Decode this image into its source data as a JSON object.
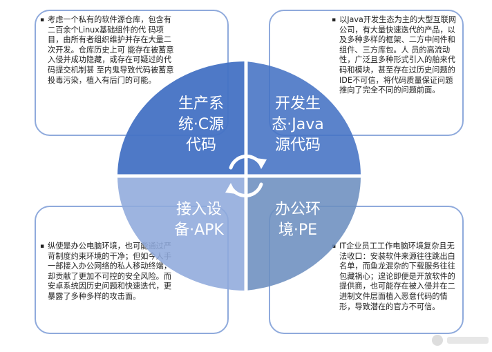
{
  "quadrants": [
    {
      "label": "生产系统·C源代码",
      "label_lines": [
        "生产系",
        "统·C源",
        "代码"
      ],
      "description": "考虑一个私有的软件源仓库，包含有二百余个Linux基础组件的代 码项目，由所有者组织维护并存在大量二次开发。仓库历史上可 能存在被蓄意入侵并成功隐藏，或存在可疑过的代码提交机制甚 至内鬼导致代码被蓄意投毒污染，植入有后门的可能。",
      "color": "#4472c4"
    },
    {
      "label": "开发生态·Java源代码",
      "label_lines": [
        "开发生",
        "态·Java",
        "源代码"
      ],
      "description": "以Java开发生态为主的大型互联网公司，有大量快速迭代的产品，以及多种多样的框架、二方中间件和组件、三方库包。人 员的高流动性，广泛且多种形式引入的舶来代码和模块，甚至存在过历史问题的IDE不可信，将代码质量保证问题推向了完全不同的问题前面。",
      "color": "#4472c4"
    },
    {
      "label": "接入设备·APK",
      "label_lines": [
        "接入设",
        "备·APK"
      ],
      "description": "纵使是办公电脑环境，也可能通过严苛制度约束环境的干净；但如今人手一部接入办公网络的私人移动终端，却贡献了更加不可控的安全风险。而安卓系统因历史问题和快速迭代，更暴露了多种多样的攻击面。",
      "color": "#8faadc"
    },
    {
      "label": "办公环境·PE",
      "label_lines": [
        "办公环",
        "境·PE"
      ],
      "description": "IT企业员工工作电脑环境复杂且无法收口：安装软件来源往往跳出白名单，而鱼龙混杂的下载服务往往包藏祸心；遑论即便是开放软件的提供商，也可能存在被入侵并在二进制文件层面植入恶意代码的情形，导致潜在的官方不可信。",
      "color": "#6c8ebf"
    }
  ],
  "colors": {
    "box_border": "#8faadc",
    "center_arrows": "#ffffff"
  }
}
